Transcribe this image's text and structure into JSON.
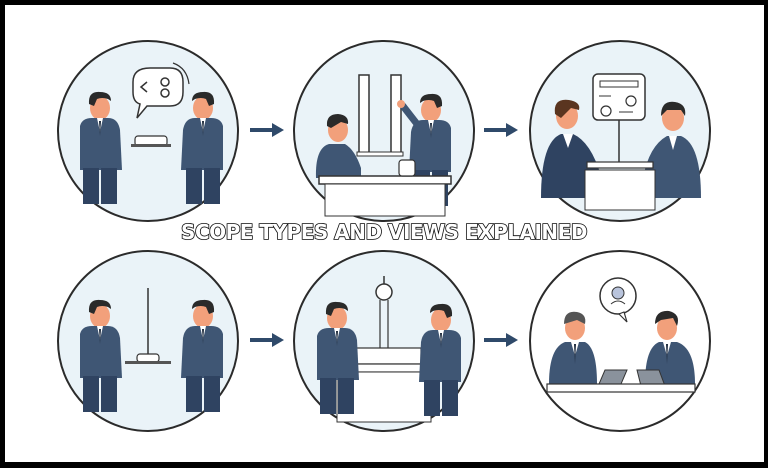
{
  "title": "SCOPE TYPES AND VIEWS EXPLAINED",
  "colors": {
    "frame": "#000000",
    "background": "#ffffff",
    "circle_fill": "#eaf3f8",
    "circle_stroke": "#2b2b2b",
    "suit": "#3f5674",
    "suit_dark": "#2f4361",
    "skin": "#f2a07b",
    "hair": "#2a2a2a",
    "arrow": "#2f4a6a"
  },
  "scenes": [
    {
      "row": 1,
      "col": 1,
      "description": "two businessmen exchanging a device with speech bubble"
    },
    {
      "row": 1,
      "col": 2,
      "description": "seated man at desk, standing man pointing at two vertical bars"
    },
    {
      "row": 1,
      "col": 3,
      "description": "two men at table below a dashboard panel with gauges"
    },
    {
      "row": 2,
      "col": 1,
      "description": "two men shaking hands over a device with antenna"
    },
    {
      "row": 2,
      "col": 2,
      "description": "two men at a counter with a circular instrument on a post"
    },
    {
      "row": 2,
      "col": 3,
      "description": "two men with laptops, speech bubble with person icon"
    }
  ],
  "arrows": [
    {
      "from": "row1-col1",
      "to": "row1-col2",
      "icon": "right-arrow-icon"
    },
    {
      "from": "row1-col2",
      "to": "row1-col3",
      "icon": "right-arrow-icon"
    },
    {
      "from": "row2-col1",
      "to": "row2-col2",
      "icon": "right-arrow-icon"
    },
    {
      "from": "row2-col2",
      "to": "row2-col3",
      "icon": "right-arrow-icon"
    }
  ]
}
